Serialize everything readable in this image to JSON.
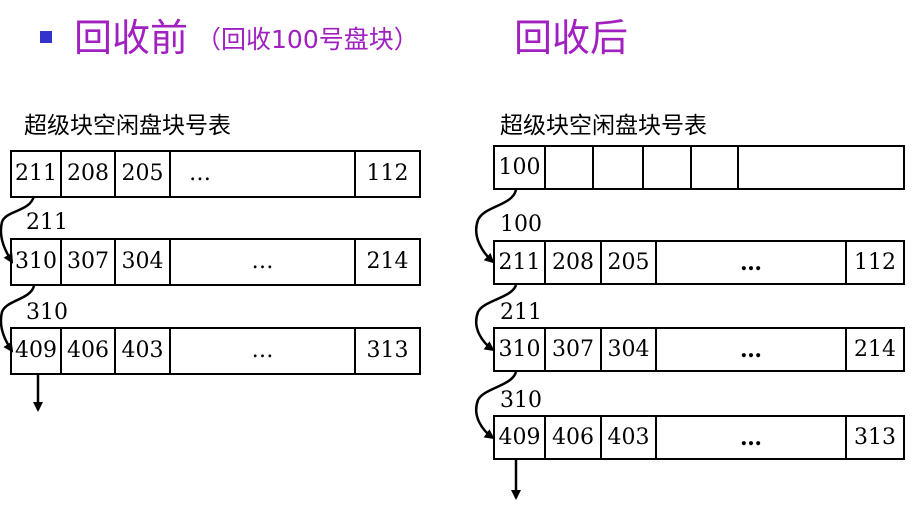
{
  "title": {
    "before": "回收前",
    "note": "（回收100号盘块）",
    "after": "回收后"
  },
  "before": {
    "label": "超级块空闲盘块号表",
    "rows": [
      [
        "211",
        "208",
        "205",
        "…",
        "112"
      ],
      [
        "310",
        "307",
        "304",
        "…",
        "214"
      ],
      [
        "409",
        "406",
        "403",
        "…",
        "313"
      ]
    ],
    "links": [
      "211",
      "310"
    ]
  },
  "after": {
    "label": "超级块空闲盘块号表",
    "top_row": [
      "100",
      "",
      "",
      "",
      "",
      ""
    ],
    "rows": [
      [
        "211",
        "208",
        "205",
        "…",
        "112"
      ],
      [
        "310",
        "307",
        "304",
        "…",
        "214"
      ],
      [
        "409",
        "406",
        "403",
        "…",
        "313"
      ]
    ],
    "links": [
      "100",
      "211",
      "310"
    ]
  }
}
